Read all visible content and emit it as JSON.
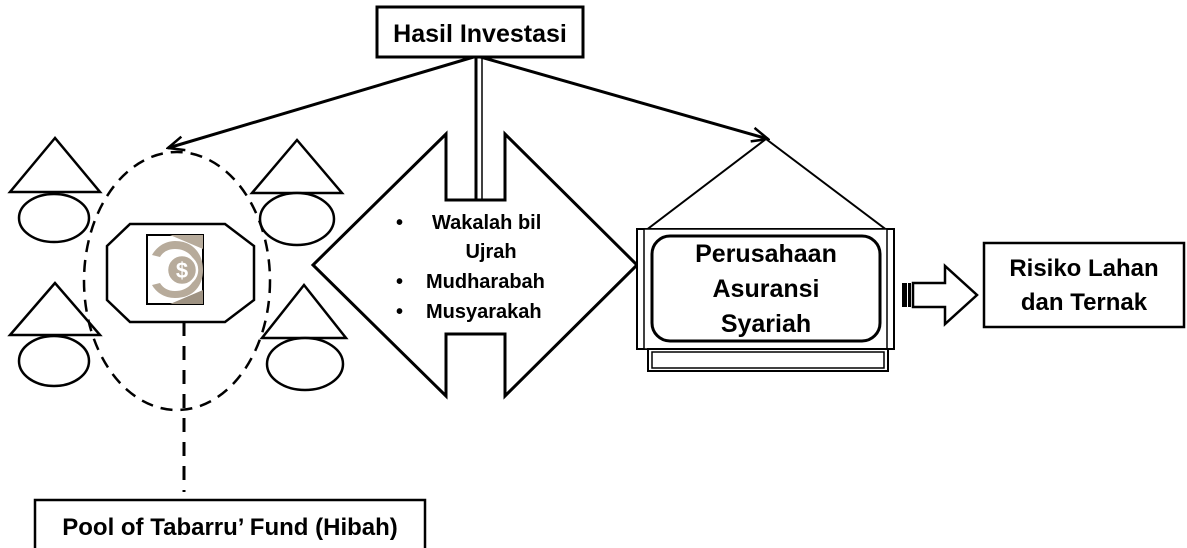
{
  "diagram": {
    "top_box": "Hasil Investasi",
    "contracts": {
      "items": [
        "Wakalah bil",
        "Ujrah",
        "Mudharabah",
        "Musyarakah"
      ],
      "bullet": "•"
    },
    "company": {
      "lines": [
        "Perusahaan",
        "Asuransi",
        "Syariah"
      ]
    },
    "risk": {
      "lines": [
        "Risiko Lahan",
        "dan Ternak"
      ]
    },
    "fund_label": "Pool of Tabarru’ Fund (Hibah)",
    "money_icon_symbol": "$",
    "colors": {
      "stroke": "#000000",
      "background": "#ffffff",
      "coin": "#b7ab9b",
      "coin_dark": "#9e9282"
    }
  }
}
